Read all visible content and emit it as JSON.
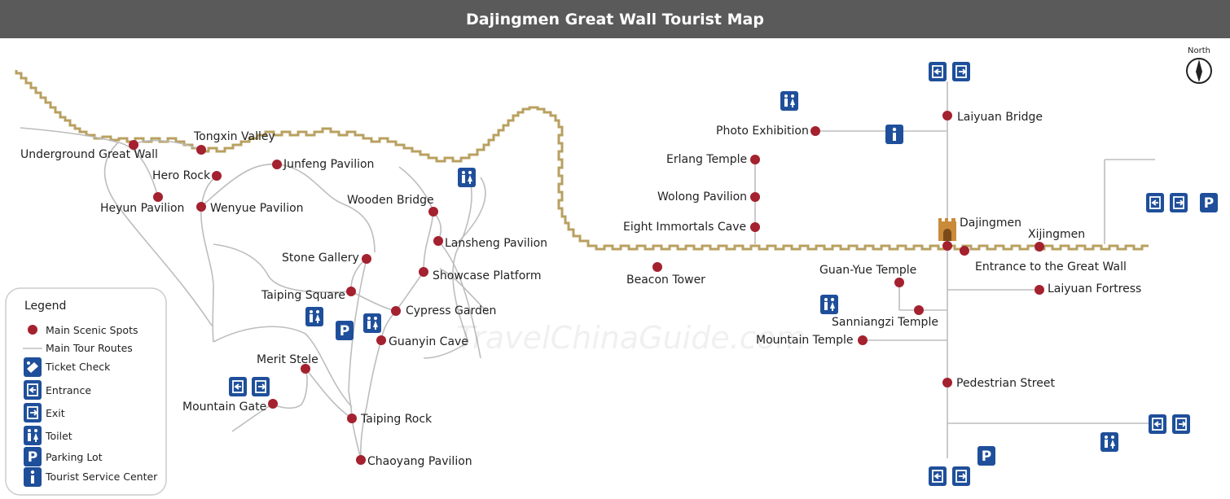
{
  "title": "Dajingmen Great Wall Tourist Map",
  "compass": "North",
  "watermark": "TravelChinaGuide.com",
  "legend": {
    "title": "Legend",
    "items": {
      "scenic": "Main Scenic Spots",
      "route": "Main Tour Routes",
      "ticket": "Ticket Check",
      "entrance": "Entrance",
      "exit": "Exit",
      "toilet": "Toilet",
      "parking": "Parking Lot",
      "service": "Tourist Service Center"
    }
  },
  "spots": {
    "underground": "Underground Great Wall",
    "tongxin": "Tongxin Valley",
    "hero": "Hero Rock",
    "junfeng": "Junfeng Pavilion",
    "heyun": "Heyun Pavilion",
    "wenyue": "Wenyue Pavilion",
    "wooden": "Wooden Bridge",
    "lansheng": "Lansheng Pavilion",
    "stone": "Stone Gallery",
    "showcase": "Showcase Platform",
    "taiping_sq": "Taiping Square",
    "cypress": "Cypress Garden",
    "guanyin": "Guanyin Cave",
    "merit": "Merit Stele",
    "mountain_gate": "Mountain Gate",
    "taiping_rock": "Taiping Rock",
    "chaoyang": "Chaoyang Pavilion",
    "beacon": "Beacon Tower",
    "photo": "Photo Exhibition",
    "erlang": "Erlang Temple",
    "wolong": "Wolong Pavilion",
    "eight": "Eight Immortals Cave",
    "laiyuan_bridge": "Laiyuan Bridge",
    "dajingmen": "Dajingmen",
    "xijingmen": "Xijingmen",
    "entrance_wall": "Entrance to the Great Wall",
    "guanyue": "Guan-Yue Temple",
    "laiyuan_fortress": "Laiyuan Fortress",
    "sanniangzi": "Sanniangzi Temple",
    "mountain_temple": "Mountain Temple",
    "pedestrian": "Pedestrian Street"
  },
  "colors": {
    "title_bg": "#5a5a5a",
    "spot": "#a4212f",
    "icon": "#1f4f9a",
    "wall": "#b8a060",
    "route": "#bdbdbd"
  }
}
